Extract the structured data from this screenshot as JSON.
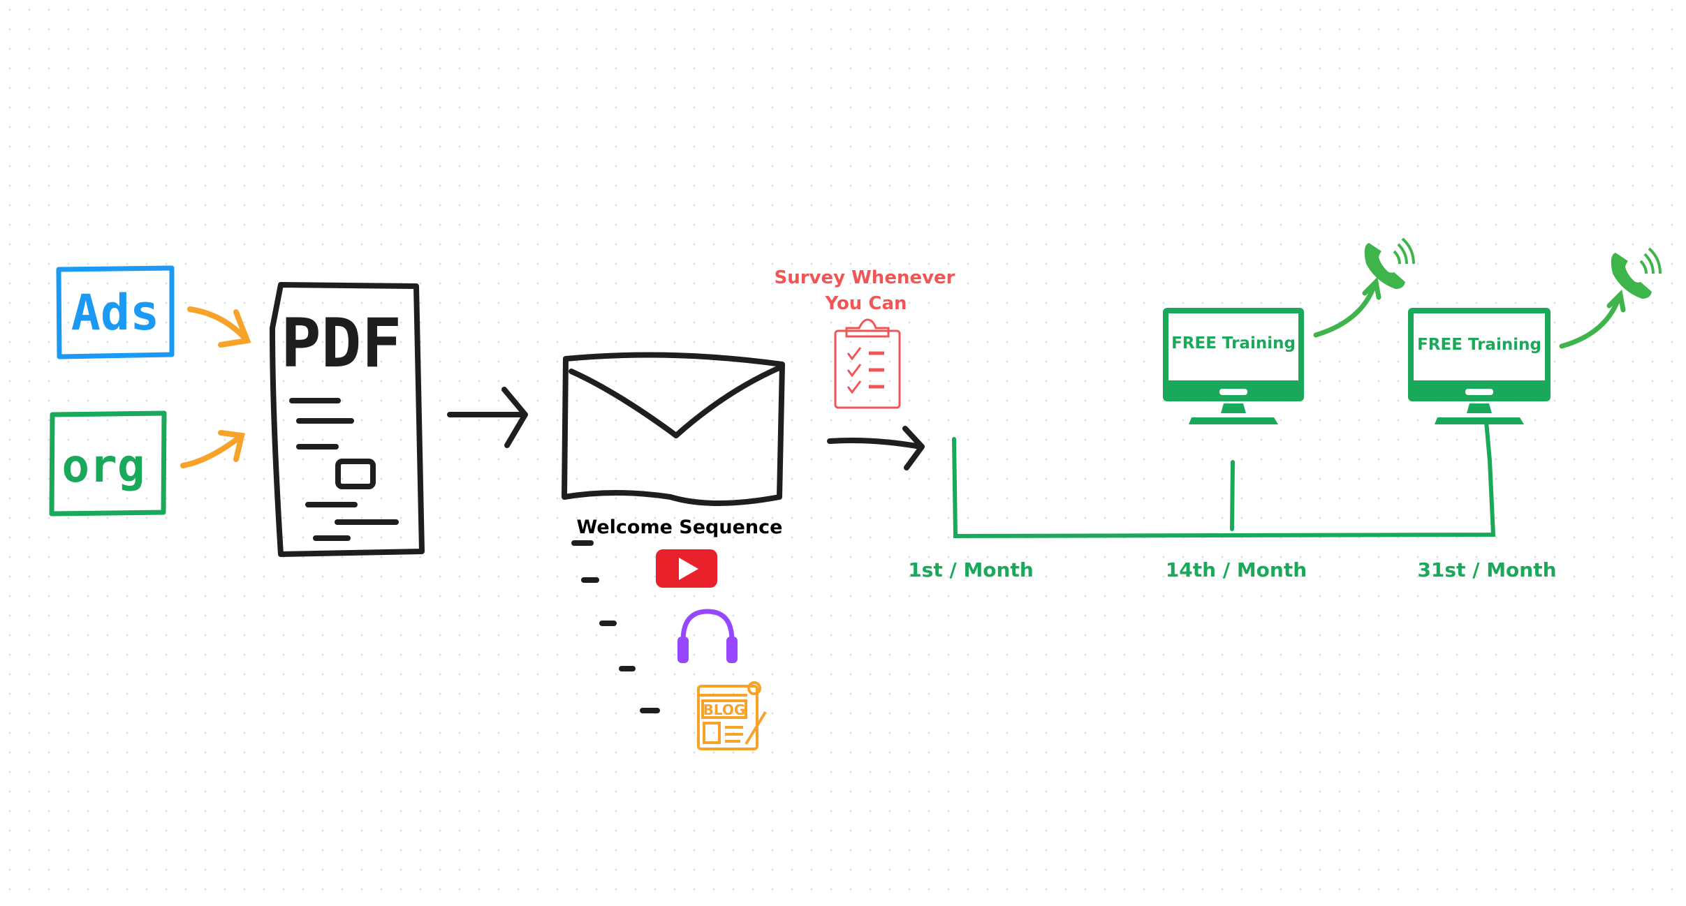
{
  "sources": {
    "ads_label": "Ads",
    "org_label": "org"
  },
  "pdf": {
    "title": "PDF"
  },
  "email": {
    "caption": "Welcome Sequence"
  },
  "survey": {
    "line1": "Survey Whenever",
    "line2": "You Can"
  },
  "content_icons": [
    "youtube-icon",
    "headphones-icon",
    "blog-icon"
  ],
  "blog_icon_text": "BLOG",
  "training": [
    {
      "screen_text": "FREE Training"
    },
    {
      "screen_text": "FREE Training"
    }
  ],
  "timeline": {
    "labels": [
      "1st / Month",
      "14th / Month",
      "31st / Month"
    ]
  },
  "colors": {
    "blue": "#1a9af5",
    "green": "#1aa85a",
    "orange": "#f7a32a",
    "red": "#f05656",
    "purple": "#9747ff",
    "youtube": "#e8212a",
    "phone": "#3db54a"
  }
}
